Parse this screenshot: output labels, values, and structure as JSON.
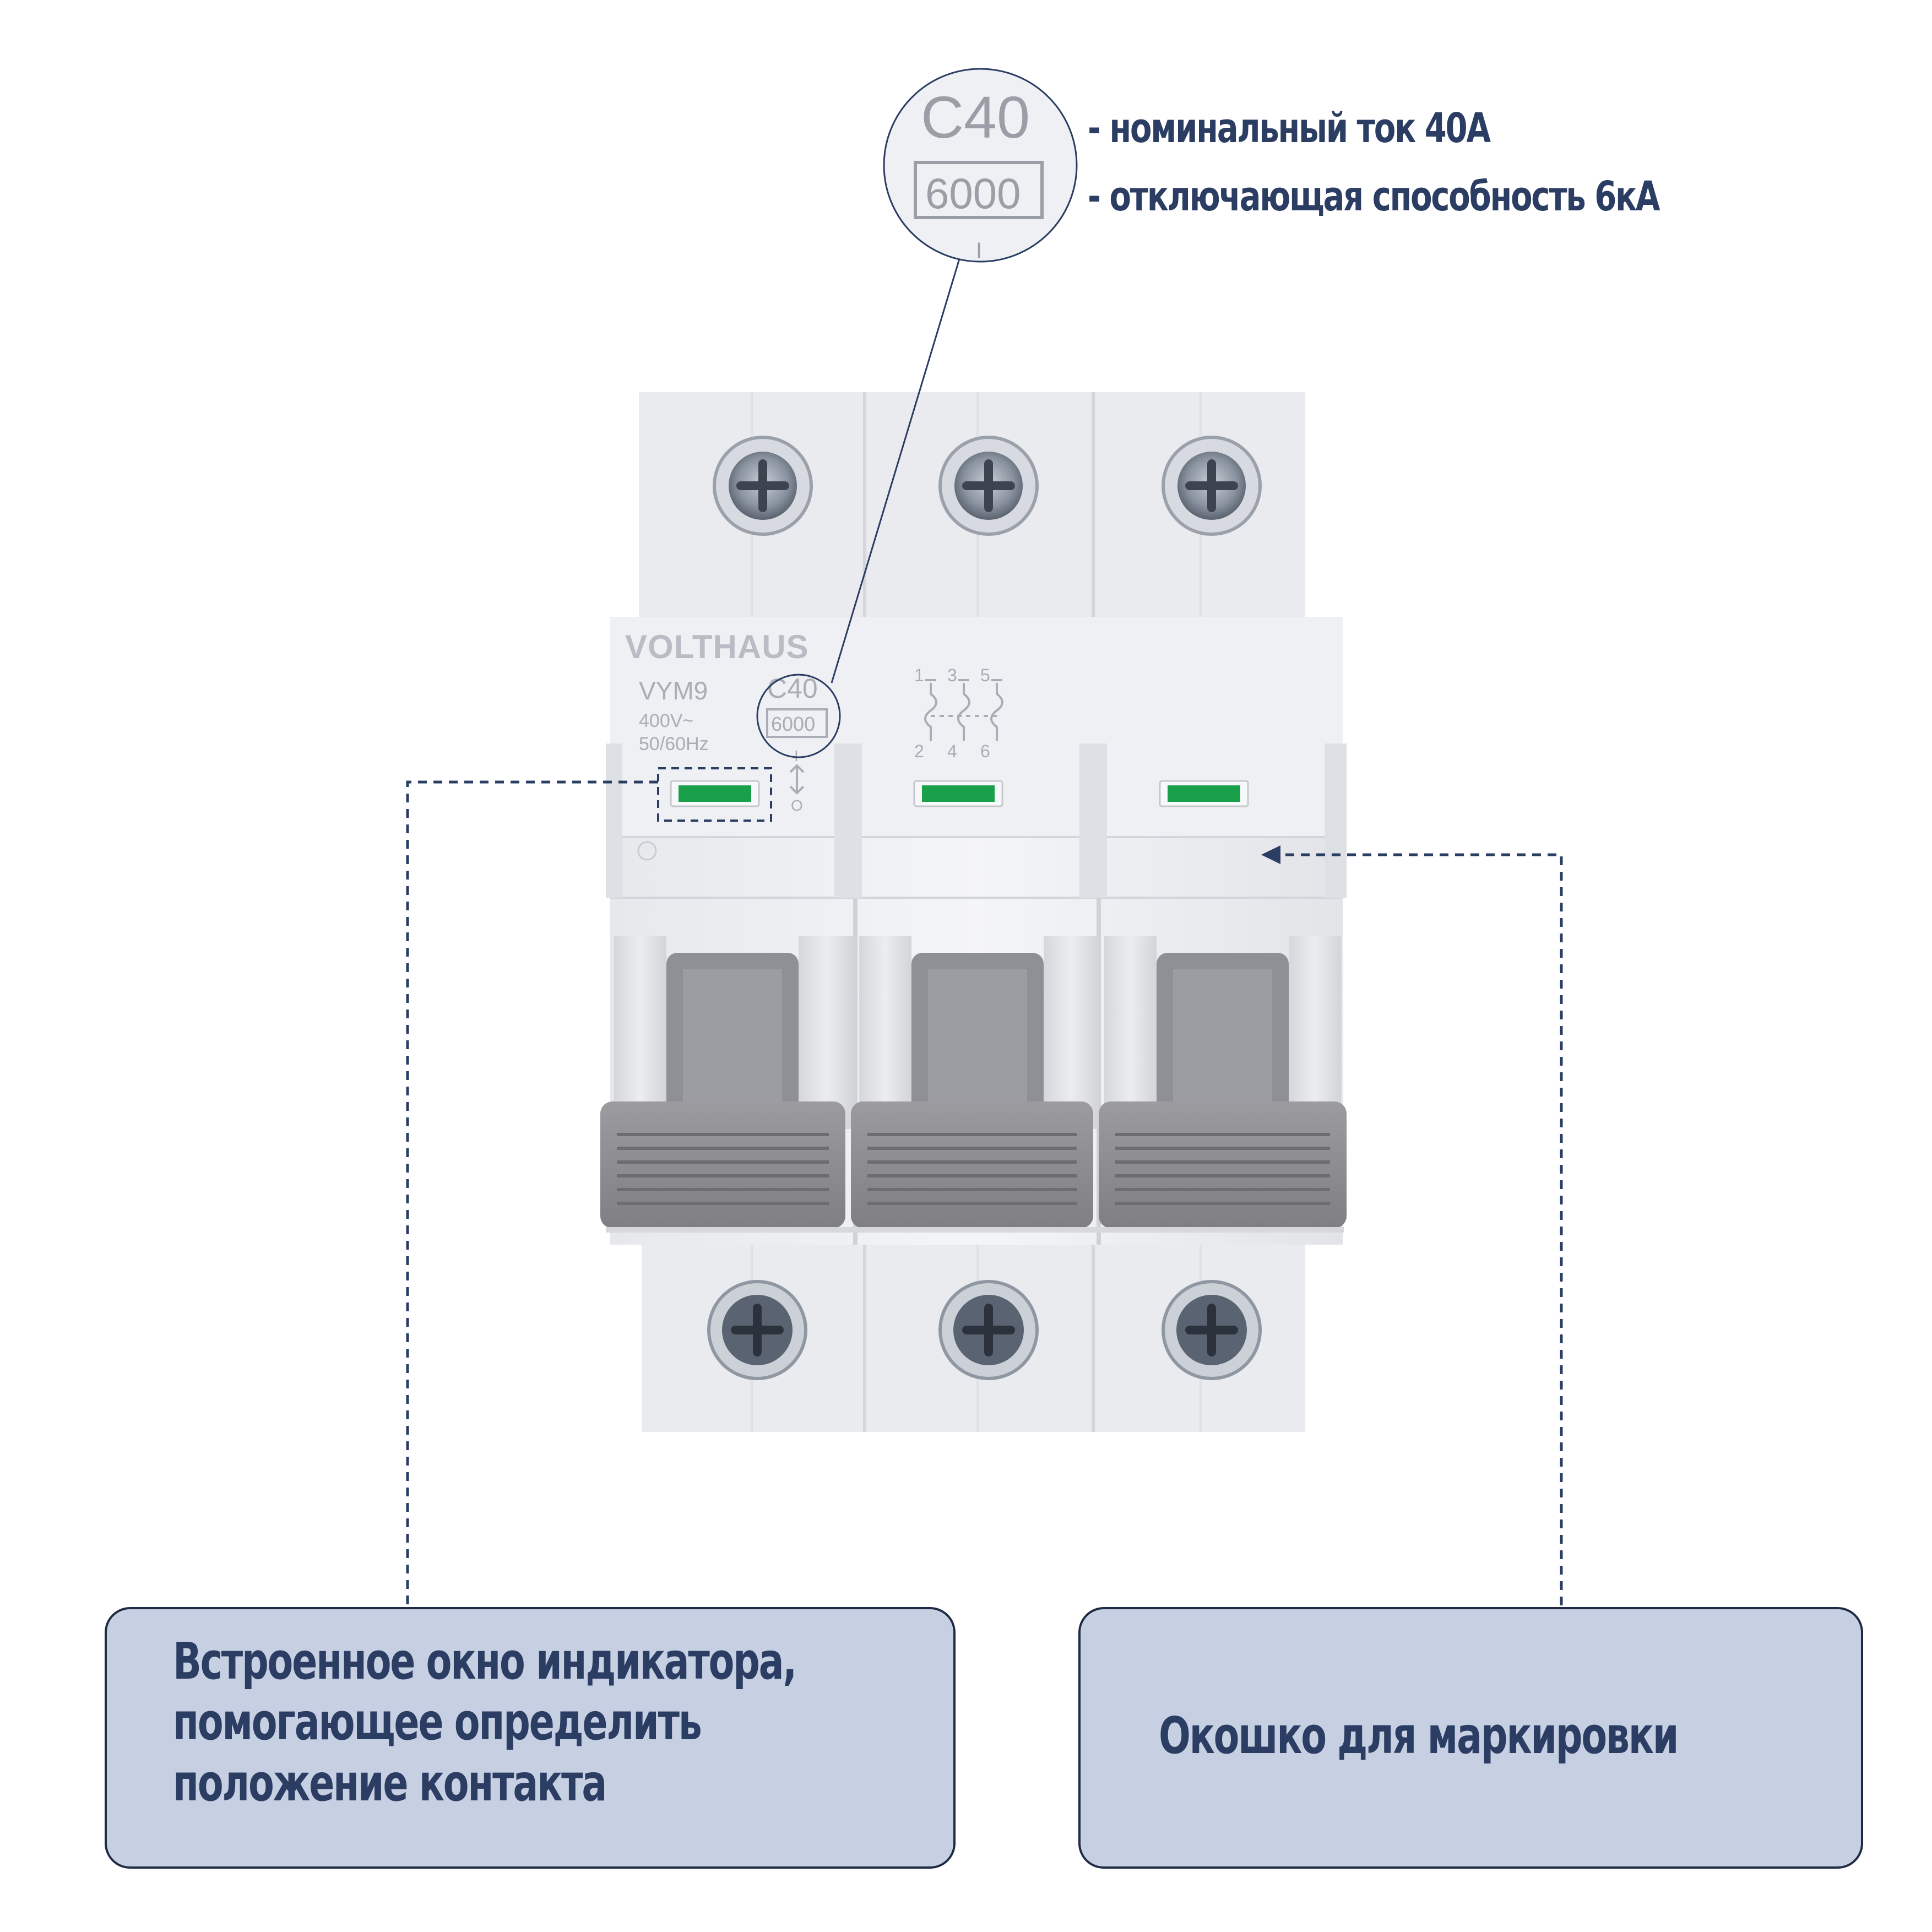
{
  "brand": "VOLTHAUS",
  "device": {
    "model": "VYM9",
    "rating": "C40",
    "breaking_capacity": "6000",
    "voltage": "400V~",
    "frequency": "50/60Hz",
    "on_mark": "I",
    "off_mark": "O",
    "terminals_top": [
      "1",
      "3",
      "5"
    ],
    "terminals_bottom": [
      "2",
      "4",
      "6"
    ]
  },
  "zoom_badge": {
    "rating": "C40",
    "capacity": "6000",
    "tick": "I"
  },
  "specs": {
    "line1": "- номинальный ток 40А",
    "line2": "- отключающая способность 6кА"
  },
  "callouts": {
    "indicator_lines": [
      "Встроенное окно индикатора,",
      "помогающее определить",
      "положение контакта"
    ],
    "marking": "Окошко для маркировки"
  },
  "colors": {
    "label_text": "#2b3d63",
    "callout_fill": "#c7d0e2",
    "indicator_green": "#1aa04a",
    "handle_gray": "#8e8e92"
  }
}
